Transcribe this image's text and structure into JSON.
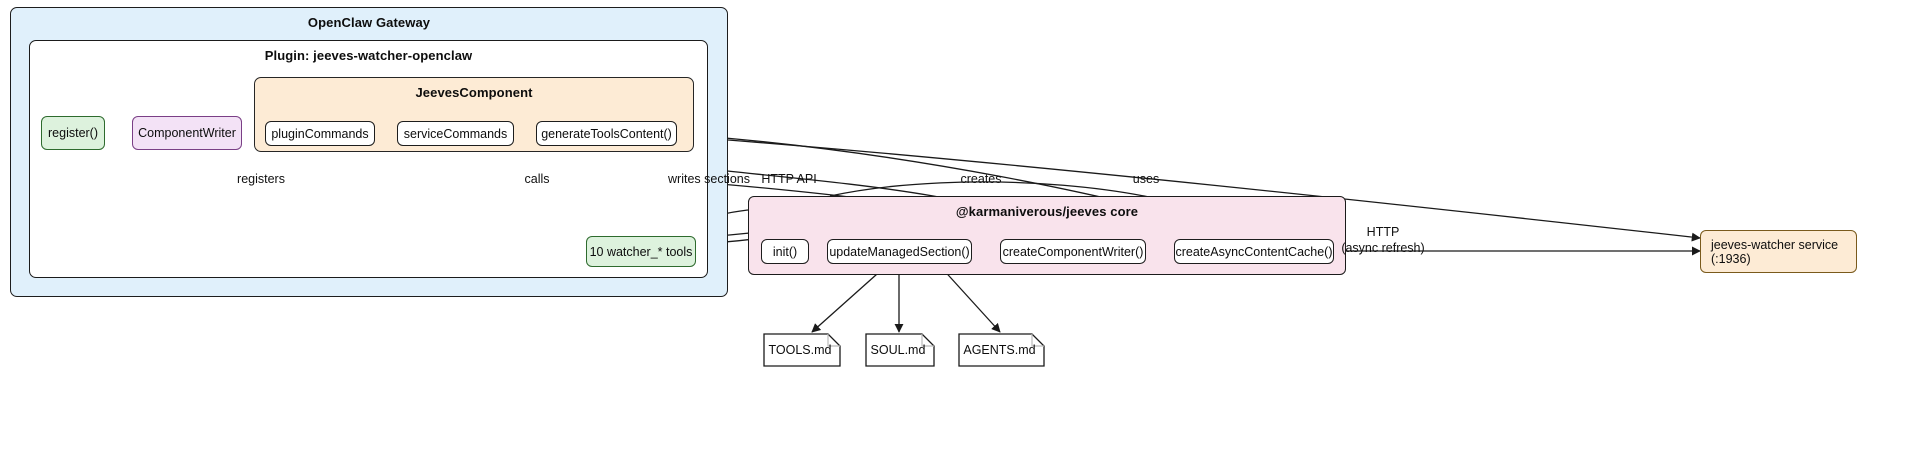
{
  "diagram": {
    "title": "OpenClaw Gateway architecture / jeeves-watcher plugin flow",
    "containers": [
      {
        "id": "gateway",
        "label": "OpenClaw Gateway",
        "color": "#e0f0fb"
      },
      {
        "id": "plugin",
        "label": "Plugin: jeeves-watcher-openclaw",
        "color": "#ffffff"
      },
      {
        "id": "jeeves_component",
        "label": "JeevesComponent",
        "color": "#fdebd5"
      },
      {
        "id": "jeeves_core",
        "label": "@karmaniverous/jeeves core",
        "color": "#f9e3ec"
      }
    ],
    "nodes": {
      "register": "register()",
      "component_writer": "ComponentWriter",
      "plugin_commands": "pluginCommands",
      "service_commands": "serviceCommands",
      "generate_tools_content": "generateToolsContent()",
      "watcher_tools": "10 watcher_* tools",
      "init": "init()",
      "update_managed_section": "updateManagedSection()",
      "create_component_writer": "createComponentWriter()",
      "create_async_content_cache": "createAsyncContentCache()",
      "jeeves_watcher_service_line1": "jeeves-watcher service",
      "jeeves_watcher_service_line2": "(:1936)"
    },
    "documents": [
      {
        "id": "tools_md",
        "label": "TOOLS.md"
      },
      {
        "id": "soul_md",
        "label": "SOUL.md"
      },
      {
        "id": "agents_md",
        "label": "AGENTS.md"
      }
    ],
    "edge_labels": {
      "registers": "registers",
      "calls": "calls",
      "writes_sections": "writes sections",
      "http_api": "HTTP API",
      "creates": "creates",
      "uses": "uses",
      "http_line1": "HTTP",
      "http_line2": "(async refresh)"
    },
    "colors": {
      "gateway_fill": "#e0f0fb",
      "plugin_fill": "#ffffff",
      "component_fill": "#fdebd5",
      "core_fill": "#f9e3ec",
      "green_node": "#ddf2dd",
      "purple_node": "#f3e2f6",
      "orange_node": "#fdebd5",
      "stroke": "#1d1d1d"
    }
  }
}
